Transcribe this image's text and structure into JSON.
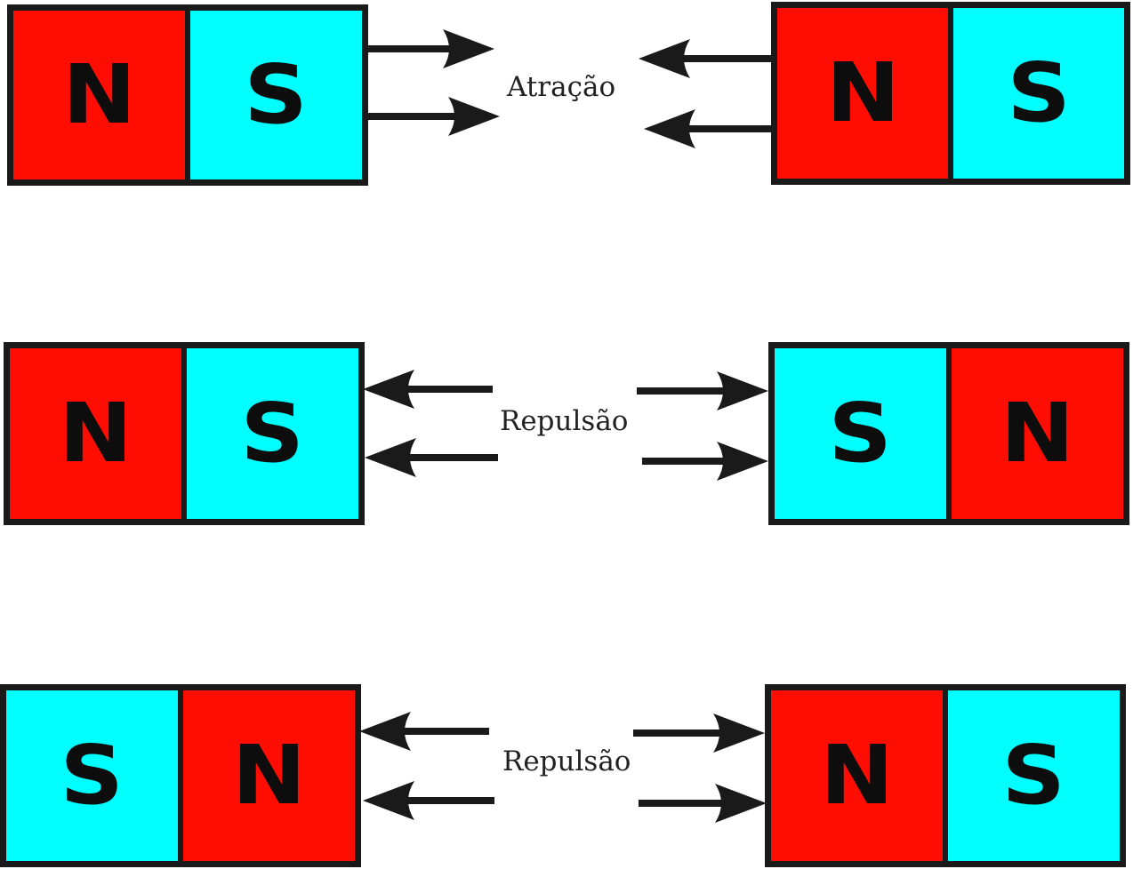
{
  "colors": {
    "north": "#ff0c02",
    "south": "#00ffff",
    "outline": "#1a1a1a",
    "text": "#0d0d0d"
  },
  "rows": [
    {
      "label": "Atração",
      "left_magnet": [
        "N",
        "S"
      ],
      "right_magnet": [
        "N",
        "S"
      ]
    },
    {
      "label": "Repulsão",
      "left_magnet": [
        "N",
        "S"
      ],
      "right_magnet": [
        "S",
        "N"
      ]
    },
    {
      "label": "Repulsão",
      "left_magnet": [
        "S",
        "N"
      ],
      "right_magnet": [
        "N",
        "S"
      ]
    }
  ],
  "icons": {
    "arrow": "arrow-icon"
  }
}
